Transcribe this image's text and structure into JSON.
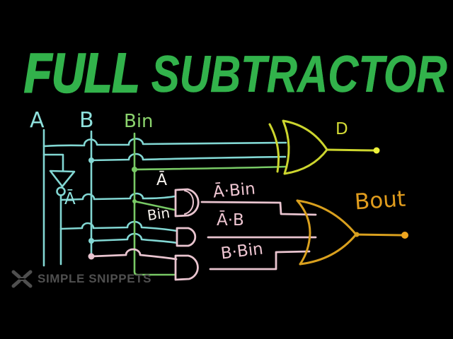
{
  "title": {
    "word_1": "FULL",
    "word_2": "SUBTRACTOR"
  },
  "diagram": {
    "inputs": {
      "a": "A",
      "b": "B",
      "bin": "Bin"
    },
    "not_gate_output": "Ā",
    "and1_input_top": "Ā",
    "and1_input_bottom": "Bin",
    "products": {
      "p1": "Ā·Bin",
      "p2": "Ā·B",
      "p3": "B·Bin"
    },
    "outputs": {
      "difference": "D",
      "borrow": "Bout"
    }
  },
  "watermark": {
    "text": "SIMPLE SNIPPETS"
  },
  "colors": {
    "background": "#000000",
    "title_green": "#32b24b",
    "wire_cyan": "#82d7d3",
    "wire_green": "#78c965",
    "xor_yellow": "#ccd52e",
    "difference_dot_yellow": "#eef23a",
    "and_pink": "#eec3ce",
    "or_orange": "#d9a01e",
    "borrow_dot_orange": "#f0a61f",
    "label_white": "#f7f3ee",
    "watermark_gray": "#4f4f4f"
  }
}
